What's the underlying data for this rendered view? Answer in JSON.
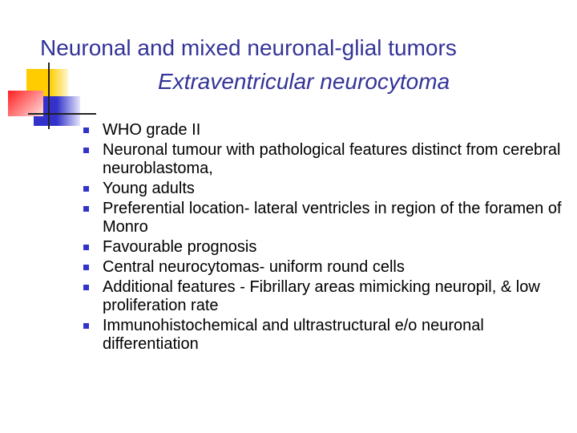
{
  "slide": {
    "title": "Neuronal and mixed neuronal-glial tumors",
    "subtitle": "Extraventricular neurocytoma",
    "bullets": [
      "WHO grade II",
      "Neuronal tumour with pathological features distinct from cerebral neuroblastoma,",
      "Young adults",
      "Preferential location- lateral ventricles in region of the foramen of Monro",
      "Favourable prognosis",
      "Central neurocytomas- uniform round cells",
      "Additional features - Fibrillary areas mimicking neuropil, & low proliferation rate",
      "Immunohistochemical and ultrastructural e/o neuronal differentiation"
    ]
  },
  "colors": {
    "title": "#333399",
    "bullet": "#3333cc"
  }
}
